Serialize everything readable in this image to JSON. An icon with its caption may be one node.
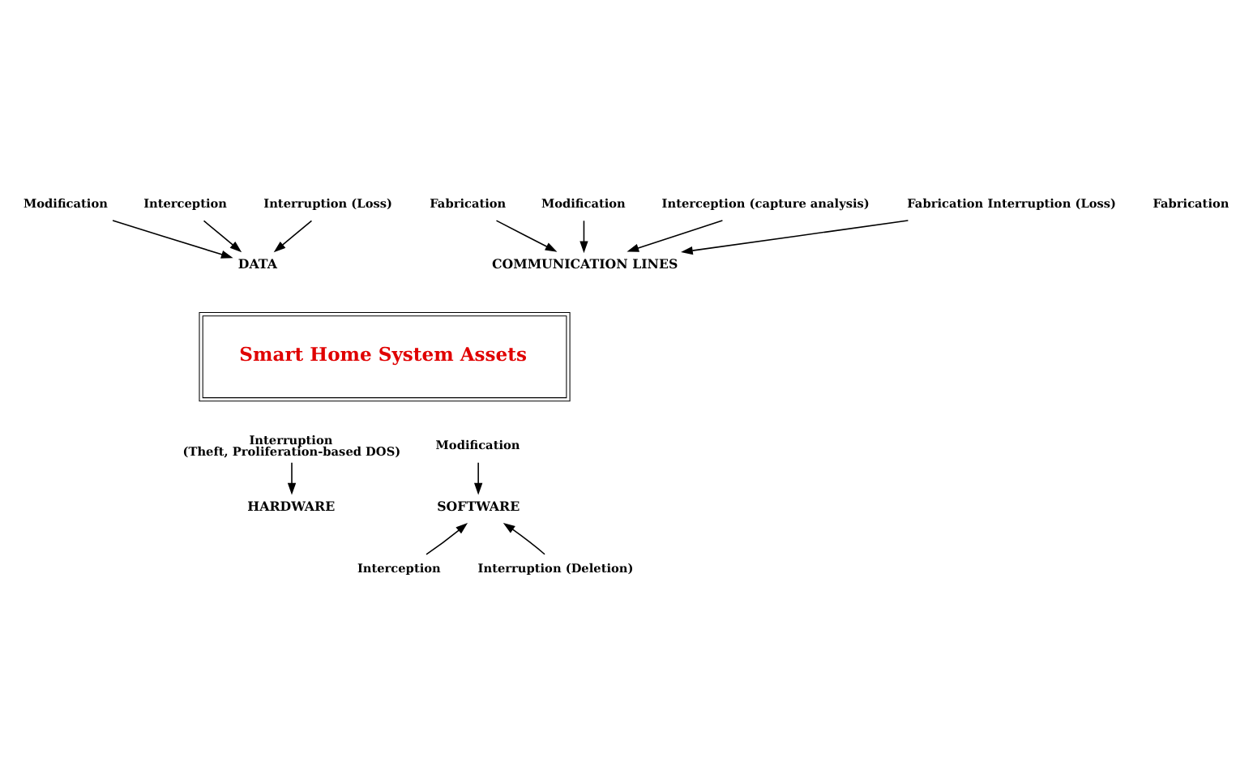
{
  "diagram": {
    "nodes": [
      {
        "text": [
          "Smart Home System Assets"
        ]
      },
      {
        "text": [
          "DATA"
        ]
      },
      {
        "text": [
          "Modification"
        ]
      },
      {
        "text": [
          "Interception"
        ]
      },
      {
        "text": [
          "Interruption (Loss)"
        ]
      },
      {
        "text": [
          "COMMUNICATION LINES"
        ]
      },
      {
        "text": [
          "Fabrication"
        ]
      },
      {
        "text": [
          "Modification"
        ]
      },
      {
        "text": [
          "Interception (capture analysis)"
        ]
      },
      {
        "text": [
          "Fabrication Interruption (Loss)"
        ]
      },
      {
        "text": [
          "Interruption",
          "(Theft, Proliferation-based DOS)"
        ]
      },
      {
        "text": [
          "HARDWARE"
        ]
      },
      {
        "text": [
          "SOFTWARE"
        ]
      },
      {
        "text": [
          "Modification"
        ]
      },
      {
        "text": [
          "Interception"
        ]
      },
      {
        "text": [
          "Interruption (Deletion)"
        ]
      }
    ],
    "edges": [
      {
        "from": 2,
        "to": 1,
        "arrow": "to"
      },
      {
        "from": 3,
        "to": 1,
        "arrow": "to"
      },
      {
        "from": 4,
        "to": 1,
        "arrow": "to"
      },
      {
        "from": 6,
        "to": 5,
        "arrow": "to"
      },
      {
        "from": 7,
        "to": 5,
        "arrow": "to"
      },
      {
        "from": 8,
        "to": 5,
        "arrow": "to"
      },
      {
        "from": 9,
        "to": 5,
        "arrow": "to"
      },
      {
        "from": 10,
        "to": 11,
        "arrow": "to"
      },
      {
        "from": 13,
        "to": 12,
        "arrow": "to"
      },
      {
        "from": 14,
        "to": 12,
        "arrow": "to"
      },
      {
        "from": 15,
        "to": 12,
        "arrow": "to"
      }
    ],
    "labels": [
      "Fabrication"
    ]
  }
}
